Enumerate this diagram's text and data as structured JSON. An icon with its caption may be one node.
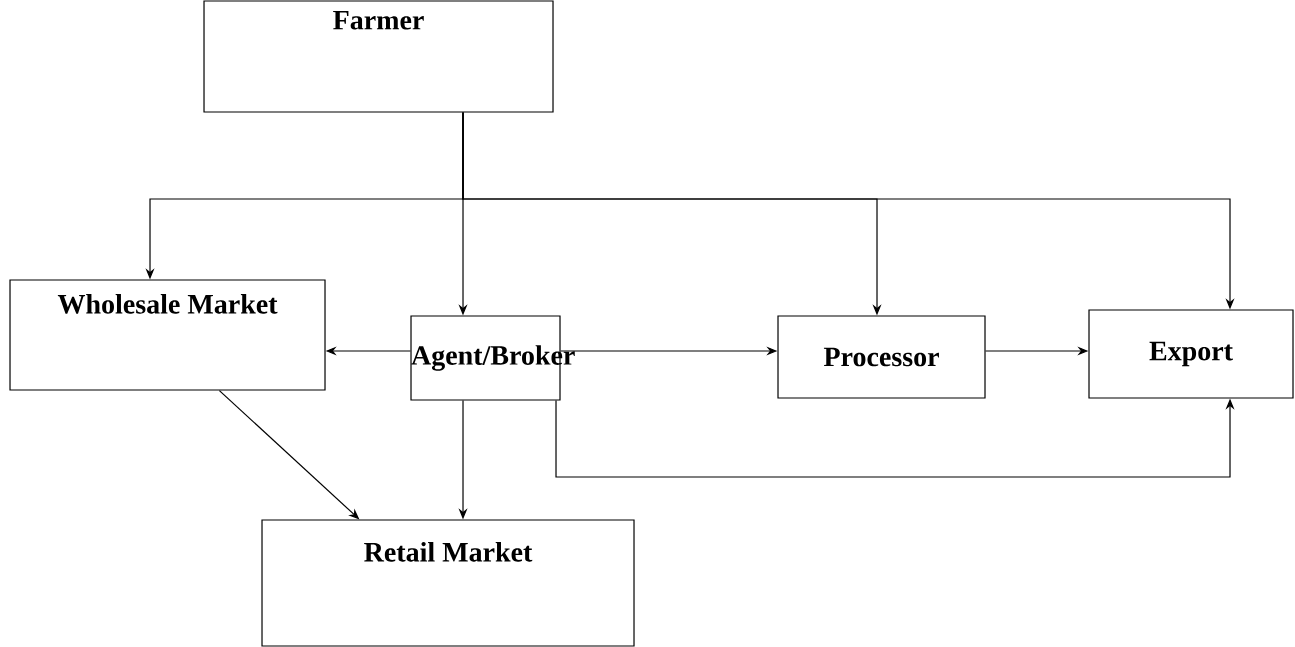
{
  "diagram": {
    "nodes": [
      {
        "text": [
          "Farmer"
        ]
      },
      {
        "text": [
          "Wholesale Market"
        ]
      },
      {
        "text": [
          "Agent/Broker"
        ]
      },
      {
        "text": [
          "Processor"
        ]
      },
      {
        "text": [
          "Export"
        ]
      },
      {
        "text": [
          "Retail Market"
        ]
      }
    ],
    "edges": [
      {
        "from": 0,
        "to": 2,
        "arrow": "to"
      },
      {
        "from": 0,
        "to": 1,
        "arrow": "to"
      },
      {
        "from": 0,
        "to": 3,
        "arrow": "to"
      },
      {
        "from": 0,
        "to": 4,
        "arrow": "to"
      },
      {
        "from": 2,
        "to": 1,
        "arrow": "to"
      },
      {
        "from": 2,
        "to": 3,
        "arrow": "to"
      },
      {
        "from": 3,
        "to": 4,
        "arrow": "to"
      },
      {
        "from": 1,
        "to": 5,
        "arrow": "to"
      },
      {
        "from": 2,
        "to": 5,
        "arrow": "to"
      },
      {
        "from": 2,
        "to": 4,
        "arrow": "to"
      }
    ]
  }
}
